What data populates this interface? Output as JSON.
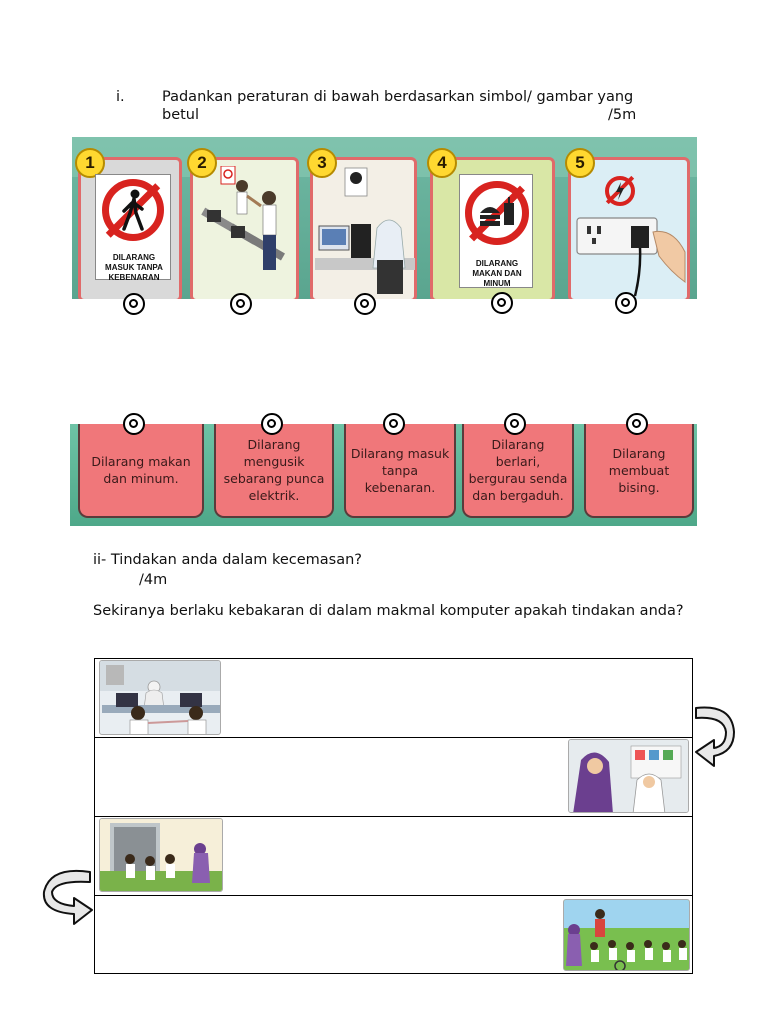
{
  "question1": {
    "number": "i.",
    "instruction_line1": "Padankan peraturan di bawah berdasarkan simbol/ gambar yang",
    "instruction_line2": "betul",
    "marks": "/5m"
  },
  "picture_cards": [
    {
      "number": "1",
      "caption": "DILARANG MASUK TANPA KEBENARAN",
      "icon": "no-entry-pedestrian-icon"
    },
    {
      "number": "2",
      "caption": "",
      "icon": "students-fighting-scene"
    },
    {
      "number": "3",
      "caption": "",
      "icon": "quiet-computer-lab-scene"
    },
    {
      "number": "4",
      "caption": "DILARANG MAKAN DAN MINUM",
      "icon": "no-food-drink-icon"
    },
    {
      "number": "5",
      "caption": "",
      "icon": "no-touching-plug-icon"
    }
  ],
  "rule_cards": [
    {
      "text": "Dilarang makan dan minum."
    },
    {
      "text": "Dilarang mengusik sebarang punca elektrik."
    },
    {
      "text": "Dilarang masuk tanpa kebenaran."
    },
    {
      "text": "Dilarang berlari, bergurau senda dan bergaduh."
    },
    {
      "text": "Dilarang membuat bising."
    }
  ],
  "question2": {
    "title": "ii- Tindakan anda dalam kecemasan?",
    "marks": "/4m",
    "prompt": "Sekiranya berlaku kebakaran di dalam makmal komputer apakah tindakan anda?"
  },
  "action_rows": [
    {
      "scene": "students-at-computers-scene",
      "image_side": "left"
    },
    {
      "scene": "teacher-and-student-talking-scene",
      "image_side": "right"
    },
    {
      "scene": "evacuation-through-door-scene",
      "image_side": "left"
    },
    {
      "scene": "assembly-point-field-scene",
      "image_side": "right"
    }
  ],
  "colors": {
    "card_border": "#e06a6a",
    "rule_card": "#f0777a",
    "strip_green": "#5aa58f",
    "badge_yellow": "#ffd830",
    "prohibition_red": "#d8231f"
  }
}
